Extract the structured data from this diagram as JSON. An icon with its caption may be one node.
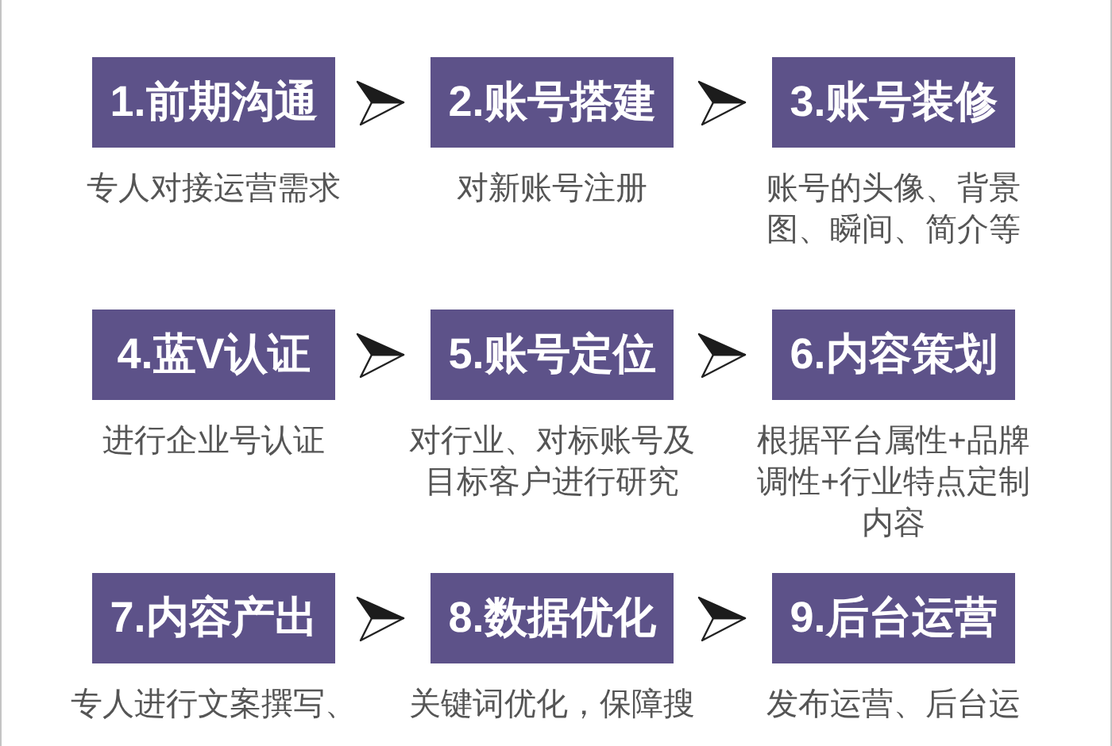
{
  "diagram": {
    "nodes": [
      {
        "text": [
          "1.前期沟通"
        ],
        "beside": [
          "专人对接运营需求"
        ]
      },
      {
        "text": [
          "2.账号搭建"
        ],
        "beside": [
          "对新账号注册"
        ]
      },
      {
        "text": [
          "3.账号装修"
        ],
        "beside": [
          "账号的头像、背景图、瞬间、简介等"
        ]
      },
      {
        "text": [
          "4.蓝V认证"
        ],
        "beside": [
          "进行企业号认证"
        ]
      },
      {
        "text": [
          "5.账号定位"
        ],
        "beside": [
          "对行业、对标账号及目标客户进行研究"
        ]
      },
      {
        "text": [
          "6.内容策划"
        ],
        "beside": [
          "根据平台属性+品牌调性+行业特点定制内容"
        ]
      },
      {
        "text": [
          "7.内容产出"
        ],
        "beside": [
          "专人进行文案撰写、"
        ]
      },
      {
        "text": [
          "8.数据优化"
        ],
        "beside": [
          "关键词优化，保障搜"
        ]
      },
      {
        "text": [
          "9.后台运营"
        ],
        "beside": [
          "发布运营、后台运"
        ]
      }
    ],
    "edges": [
      {
        "from": 0,
        "to": 1,
        "arrow": "to"
      },
      {
        "from": 1,
        "to": 2,
        "arrow": "to"
      },
      {
        "from": 3,
        "to": 4,
        "arrow": "to"
      },
      {
        "from": 4,
        "to": 5,
        "arrow": "to"
      },
      {
        "from": 6,
        "to": 7,
        "arrow": "to"
      },
      {
        "from": 7,
        "to": 8,
        "arrow": "to"
      }
    ]
  }
}
